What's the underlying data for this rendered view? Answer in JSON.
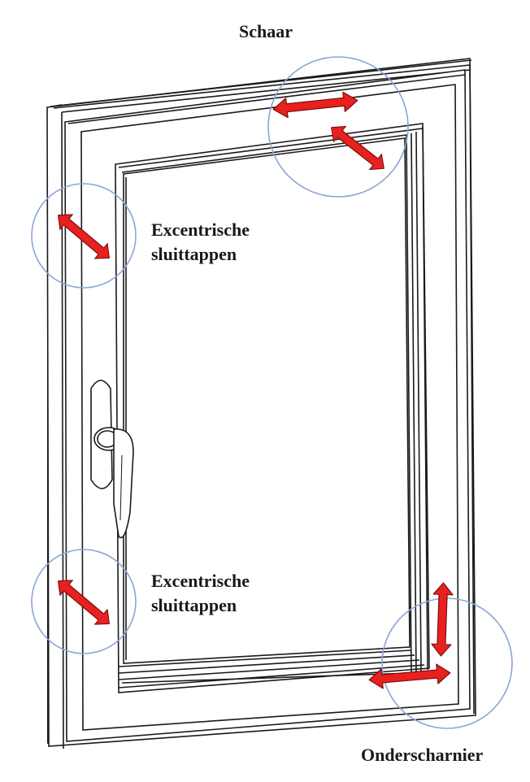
{
  "labels": {
    "schaar": "Schaar",
    "excentrische_top": {
      "line1": "Excentrische",
      "line2": "sluittappen"
    },
    "excentrische_bottom": {
      "line1": "Excentrische",
      "line2": "sluittappen"
    },
    "onderscharnier": "Onderscharnier"
  },
  "colors": {
    "arrow_fill": "#e8211f",
    "arrow_stroke": "#7a0d0c",
    "circle": "#8aa6d6",
    "frame_line": "#1a1a1a"
  }
}
